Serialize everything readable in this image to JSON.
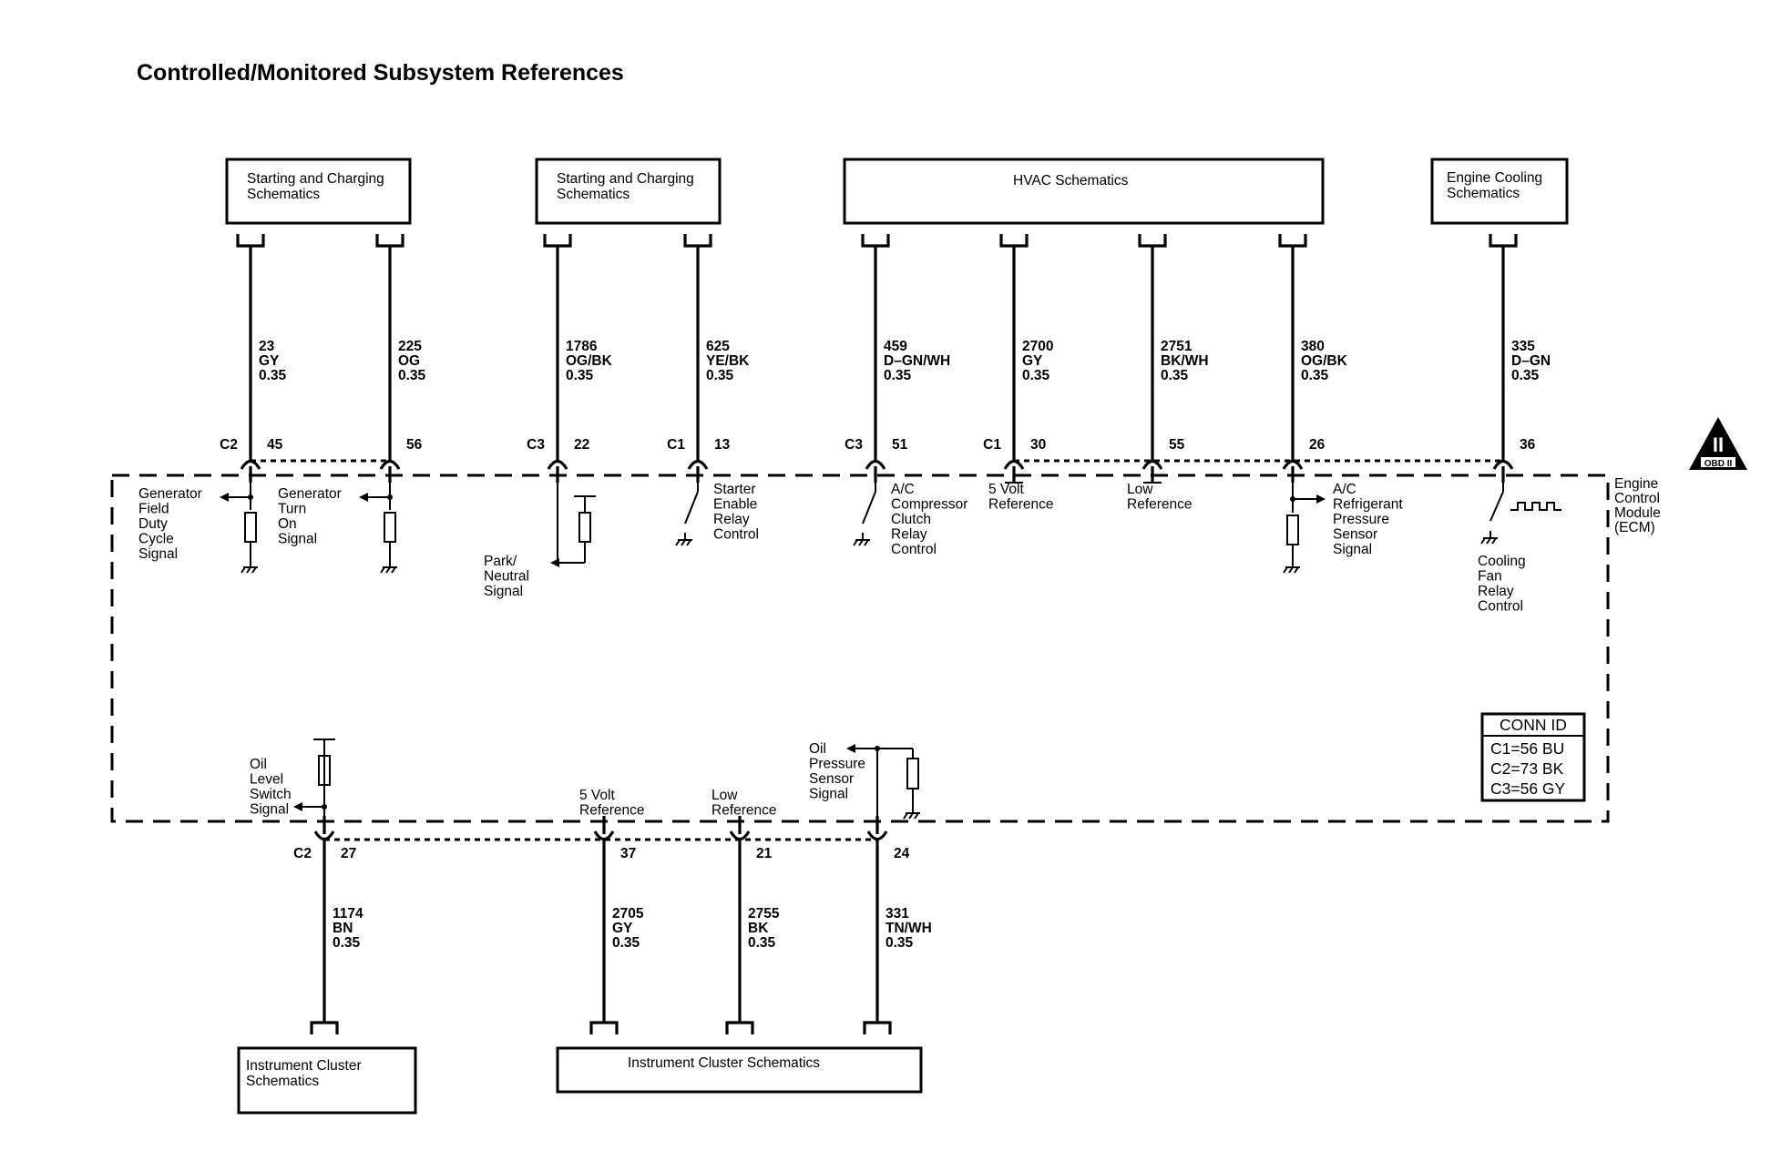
{
  "title": "Controlled/Monitored  Subsystem References",
  "top_boxes": [
    {
      "lines": [
        "Starting and Charging",
        "Schematics"
      ]
    },
    {
      "lines": [
        "Starting and Charging",
        "Schematics"
      ]
    },
    {
      "lines": [
        "HVAC Schematics"
      ]
    },
    {
      "lines": [
        "Engine Cooling",
        "Schematics"
      ]
    }
  ],
  "bottom_boxes": [
    {
      "lines": [
        "Instrument Cluster",
        "Schematics"
      ]
    },
    {
      "lines": [
        "Instrument Cluster Schematics"
      ]
    }
  ],
  "top_circuits": [
    {
      "connector": "C2",
      "pin": "45",
      "circuit": "23",
      "color": "GY",
      "gauge": "0.35",
      "signal": [
        "Generator",
        "Field",
        "Duty",
        "Cycle",
        "Signal"
      ]
    },
    {
      "connector": "",
      "pin": "56",
      "circuit": "225",
      "color": "OG",
      "gauge": "0.35",
      "signal": [
        "Generator",
        "Turn",
        "On",
        "Signal"
      ]
    },
    {
      "connector": "C3",
      "pin": "22",
      "circuit": "1786",
      "color": "OG/BK",
      "gauge": "0.35",
      "signal": [
        "Park/",
        "Neutral",
        "Signal"
      ]
    },
    {
      "connector": "C1",
      "pin": "13",
      "circuit": "625",
      "color": "YE/BK",
      "gauge": "0.35",
      "signal": [
        "Starter",
        "Enable",
        "Relay",
        "Control"
      ]
    },
    {
      "connector": "C3",
      "pin": "51",
      "circuit": "459",
      "color": "D–GN/WH",
      "gauge": "0.35",
      "signal": [
        "A/C",
        "Compressor",
        "Clutch",
        "Relay",
        "Control"
      ]
    },
    {
      "connector": "C1",
      "pin": "30",
      "circuit": "2700",
      "color": "GY",
      "gauge": "0.35",
      "signal": [
        "5 Volt",
        "Reference"
      ]
    },
    {
      "connector": "",
      "pin": "55",
      "circuit": "2751",
      "color": "BK/WH",
      "gauge": "0.35",
      "signal": [
        "Low",
        "Reference"
      ]
    },
    {
      "connector": "",
      "pin": "26",
      "circuit": "380",
      "color": "OG/BK",
      "gauge": "0.35",
      "signal": [
        "A/C",
        "Refrigerant",
        "Pressure",
        "Sensor",
        "Signal"
      ]
    },
    {
      "connector": "",
      "pin": "36",
      "circuit": "335",
      "color": "D–GN",
      "gauge": "0.35",
      "signal": [
        "Cooling",
        "Fan",
        "Relay",
        "Control"
      ]
    }
  ],
  "bottom_circuits": [
    {
      "connector": "C2",
      "pin": "27",
      "circuit": "1174",
      "color": "BN",
      "gauge": "0.35",
      "signal": [
        "Oil",
        "Level",
        "Switch",
        "Signal"
      ]
    },
    {
      "connector": "",
      "pin": "37",
      "circuit": "2705",
      "color": "GY",
      "gauge": "0.35",
      "signal": [
        "5 Volt",
        "Reference"
      ]
    },
    {
      "connector": "",
      "pin": "21",
      "circuit": "2755",
      "color": "BK",
      "gauge": "0.35",
      "signal": [
        "Low",
        "Reference"
      ]
    },
    {
      "connector": "",
      "pin": "24",
      "circuit": "331",
      "color": "TN/WH",
      "gauge": "0.35",
      "signal": [
        "Oil",
        "Pressure",
        "Sensor",
        "Signal"
      ]
    }
  ],
  "module_label": [
    "Engine",
    "Control",
    "Module",
    "(ECM)"
  ],
  "conn_id": {
    "header": "CONN ID",
    "rows": [
      "C1=56 BU",
      "C2=73 BK",
      "C3=56 GY"
    ]
  },
  "obd_badge": {
    "symbol": "II",
    "label": "OBD II"
  }
}
